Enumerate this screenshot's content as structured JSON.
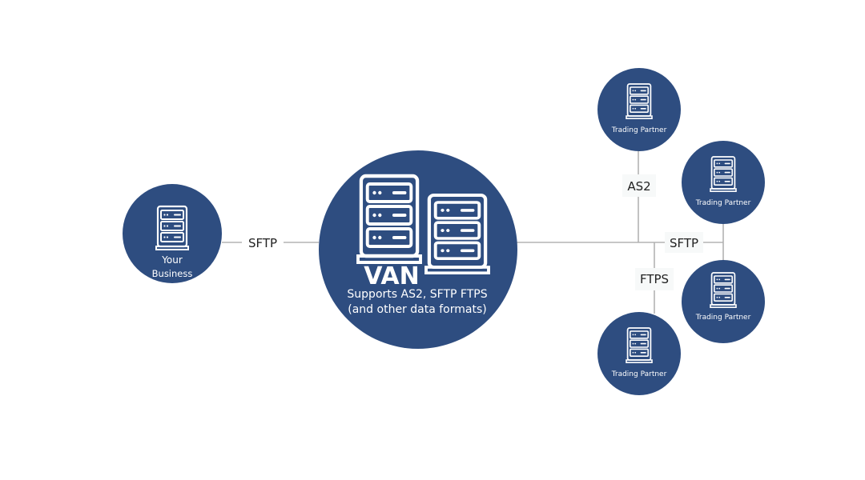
{
  "colors": {
    "node_fill": "#2e4d80",
    "icon_stroke": "#ffffff",
    "line": "#b3b3b3",
    "label_bg": "#f7f9f9",
    "text_dark": "#222222"
  },
  "nodes": {
    "your_business": {
      "label_line1": "Your",
      "label_line2": "Business",
      "icon": "server-rack-icon"
    },
    "van": {
      "title": "VAN",
      "subtitle_line1": "Supports AS2, SFTP FTPS",
      "subtitle_line2": "(and other data formats)",
      "icon": "dual-server-rack-icon"
    },
    "partners": [
      {
        "label": "Trading Partner",
        "icon": "server-rack-icon"
      },
      {
        "label": "Trading Partner",
        "icon": "server-rack-icon"
      },
      {
        "label": "Trading Partner",
        "icon": "server-rack-icon"
      },
      {
        "label": "Trading Partner",
        "icon": "server-rack-icon"
      }
    ]
  },
  "connections": {
    "business_to_van": "SFTP",
    "van_to_partner_top": "AS2",
    "van_to_partners_right": "SFTP",
    "van_to_partner_bottom": "FTPS"
  }
}
